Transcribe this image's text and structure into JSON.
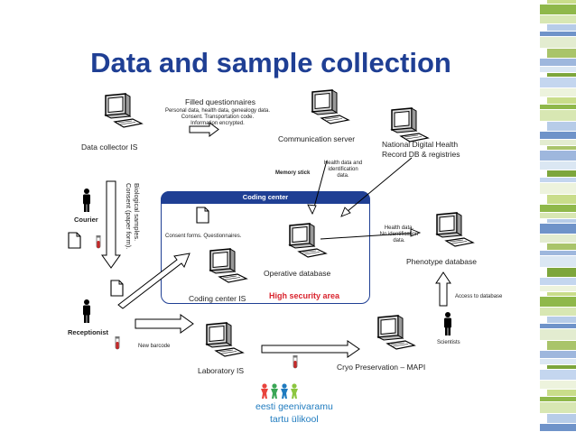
{
  "title": "Data and sample collection",
  "nodes": {
    "data_collector": "Data collector IS",
    "communication_server": "Communication server",
    "national_db_line1": "National Digital Health",
    "national_db_line2": "Record DB & registries",
    "operative_db": "Operative database",
    "coding_center_is": "Coding center IS",
    "phenotype_db": "Phenotype database",
    "laboratory_is": "Laboratory IS",
    "cryo": "Cryo Preservation – MAPI"
  },
  "people": {
    "courier": "Courier",
    "receptionist": "Receptionist",
    "scientists": "Scientists"
  },
  "coding_center": {
    "label": "Coding center",
    "high_security": "High security area"
  },
  "edge_labels": {
    "filled_questionnaires": "Filled questionnaires",
    "questionnaire_detail_1": "Personal data, health data, genealogy data.",
    "questionnaire_detail_2": "Consent. Transportation code.",
    "questionnaire_detail_3": "Information encrypted.",
    "memory_stick": "Memory stick",
    "health_id_1": "Health data and",
    "health_id_2": "identification",
    "health_id_3": "data.",
    "health_noid_1": "Health data.",
    "health_noid_2": "No identification",
    "health_noid_3": "data.",
    "consent_forms": "Consent forms. Questionnaires.",
    "consent_paper_1": "Consent (paper form).",
    "consent_paper_2": "Biological samples.",
    "new_barcode": "New barcode",
    "access_db": "Access to database"
  },
  "logo": {
    "line1": "eesti geenivaramu",
    "line2": "tartu ülikool",
    "colors": [
      "#e8433c",
      "#3aa655",
      "#1f7bbf",
      "#8cc63f"
    ]
  },
  "colors": {
    "title": "#1f3f94",
    "coding_center": "#1f3f94",
    "high_security": "#d9232d"
  }
}
